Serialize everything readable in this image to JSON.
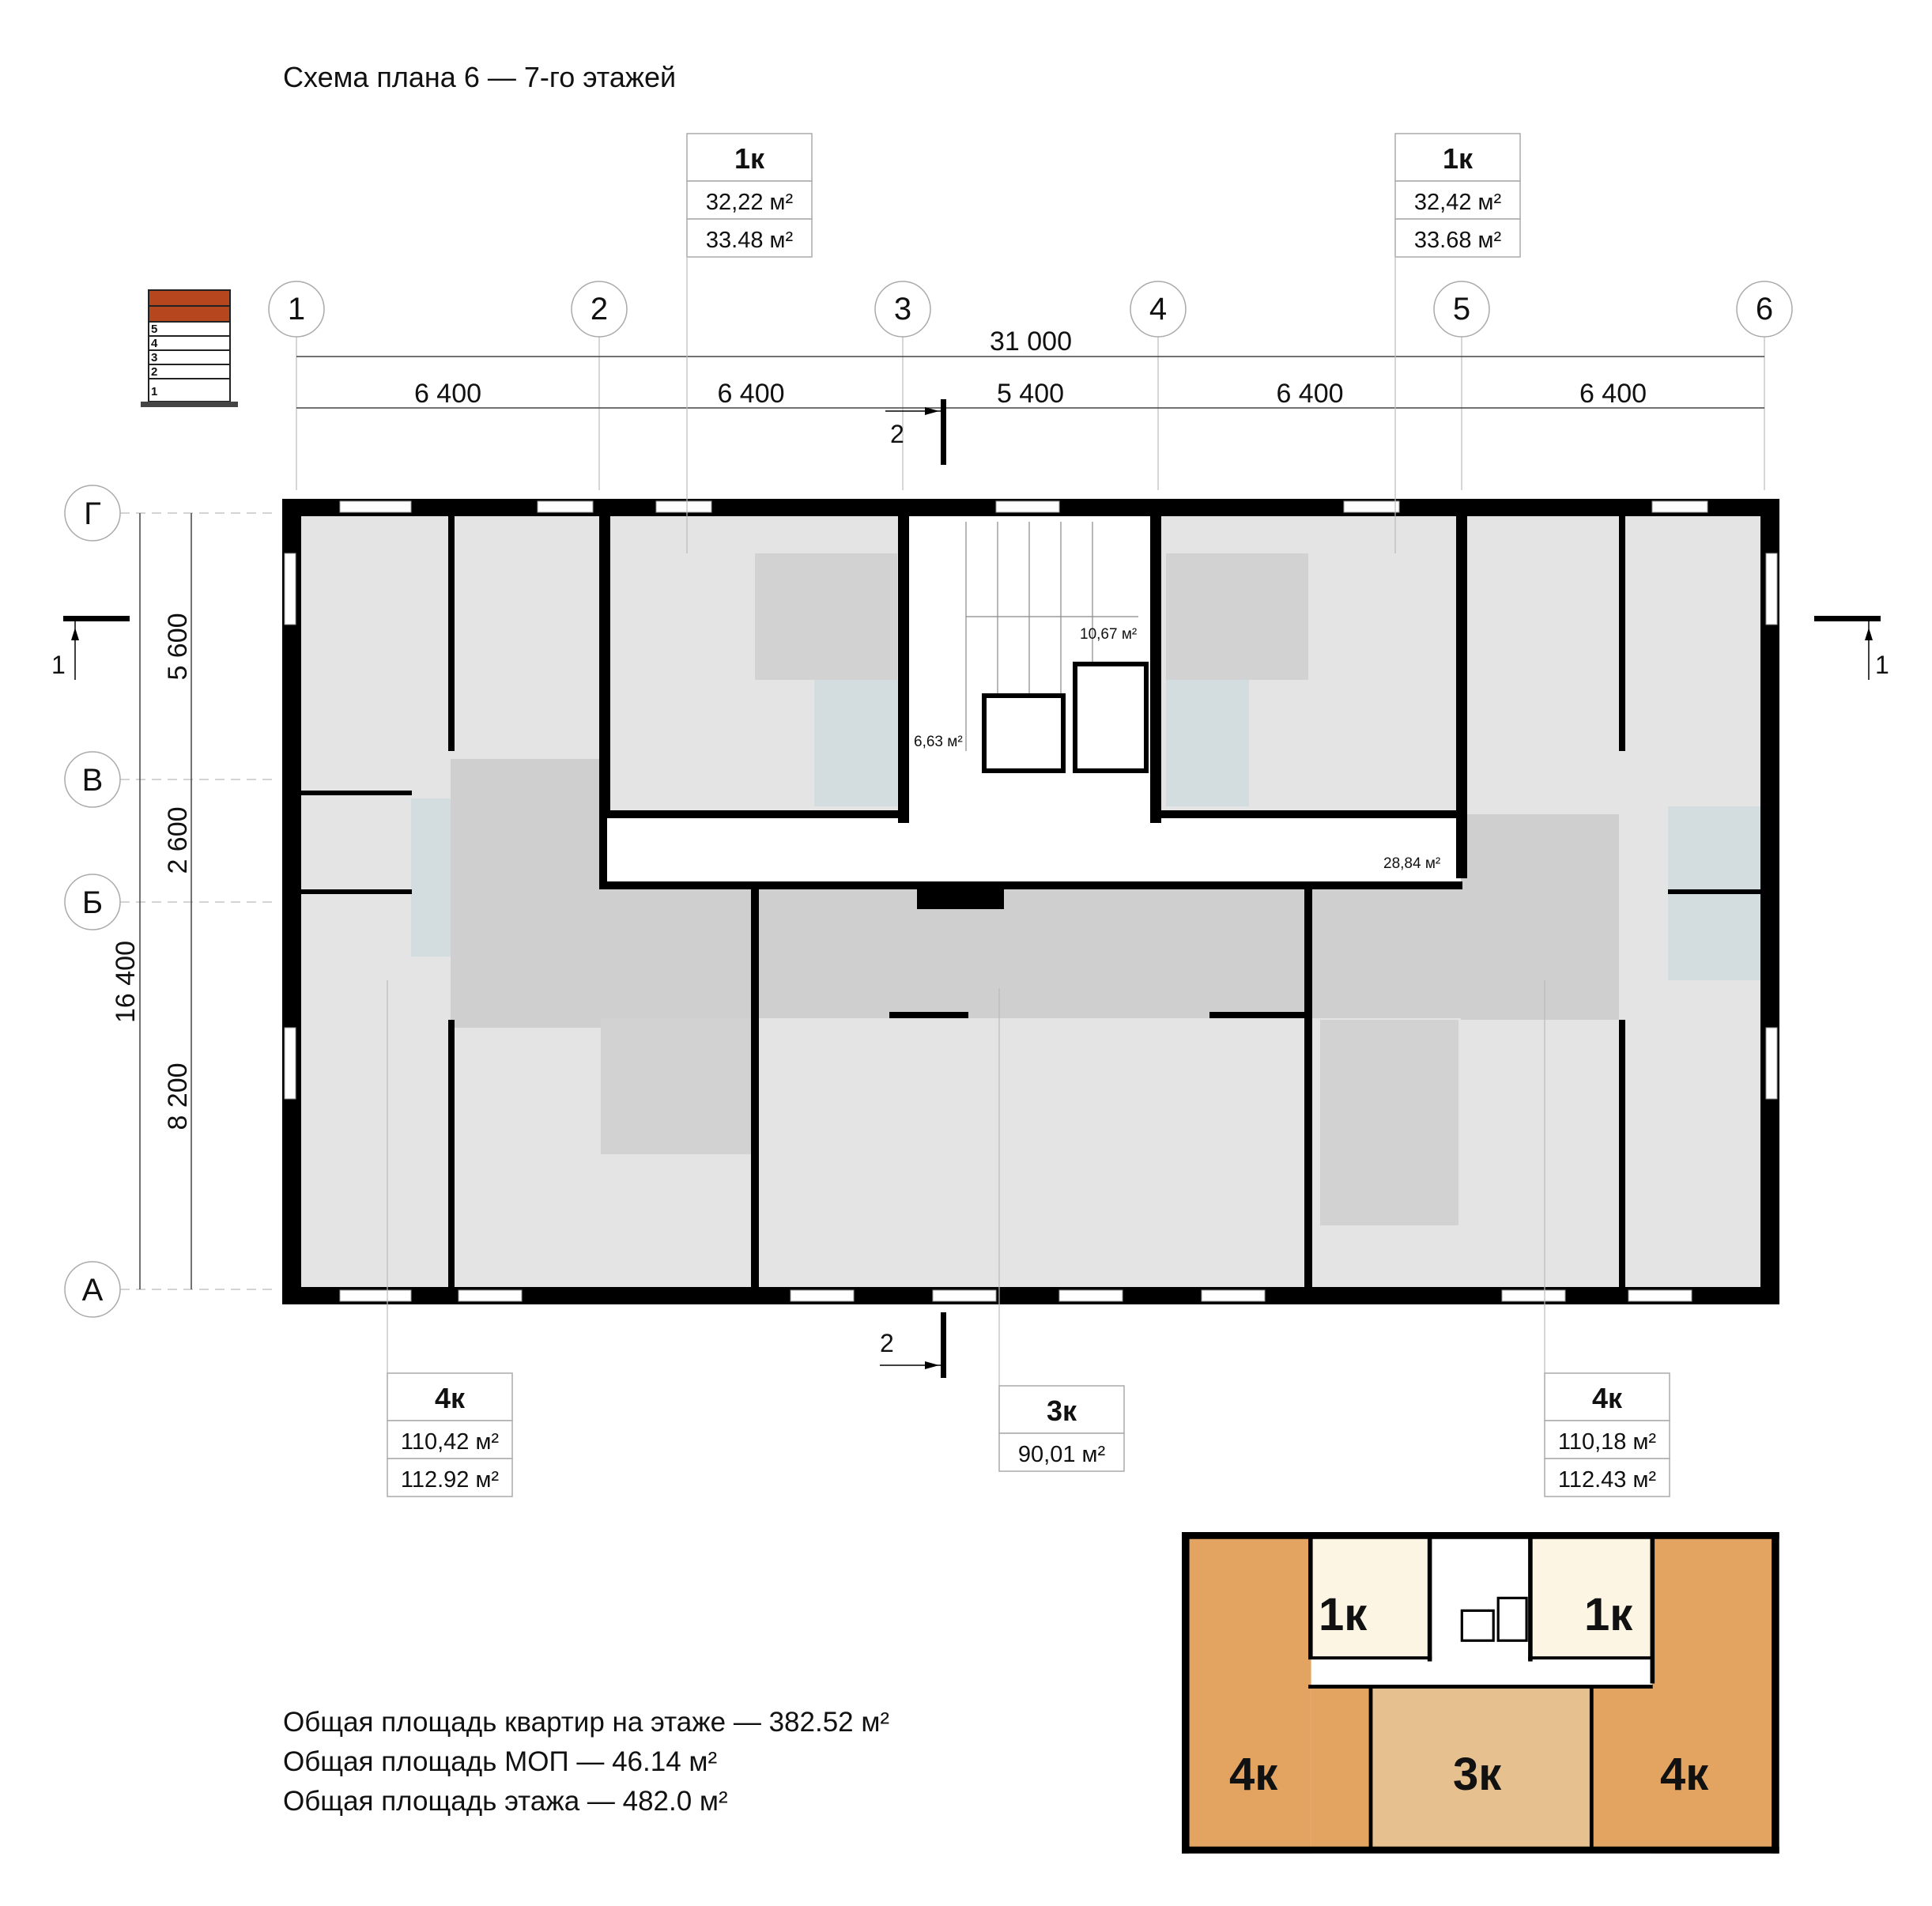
{
  "title": "Схема плана 6 — 7-го этажей",
  "floor_indicator": {
    "floors": [
      "1",
      "2",
      "3",
      "4",
      "5"
    ],
    "highlight_color": "#b5461e"
  },
  "axes": {
    "columns": [
      "1",
      "2",
      "3",
      "4",
      "5",
      "6"
    ],
    "rows": [
      "Г",
      "В",
      "Б",
      "А"
    ],
    "total_dimension": "31 000",
    "column_spans": [
      "6 400",
      "6 400",
      "5 400",
      "6 400",
      "6 400"
    ],
    "row_spans": [
      "5 600",
      "2 600",
      "8 200"
    ],
    "total_height": "16 400"
  },
  "section_marks": {
    "left": "1",
    "right": "1",
    "top": "2",
    "bottom": "2"
  },
  "common_areas": {
    "stair": "10,67 м²",
    "lobby": "6,63 м²",
    "corridor": "28,84 м²"
  },
  "apartments": [
    {
      "type": "1к",
      "area_living": "32,22 м²",
      "area_total": "33.48 м²"
    },
    {
      "type": "1к",
      "area_living": "32,42 м²",
      "area_total": "33.68 м²"
    },
    {
      "type": "4к",
      "area_living": "110,42 м²",
      "area_total": "112.92 м²"
    },
    {
      "type": "3к",
      "area_living": "90,01 м²"
    },
    {
      "type": "4к",
      "area_living": "110,18 м²",
      "area_total": "112.43 м²"
    }
  ],
  "summary": [
    "Общая площадь квартир на этаже — 382.52 м²",
    "Общая площадь МОП — 46.14 м²",
    "Общая площадь этажа — 482.0 м²"
  ],
  "key_plan": {
    "labels": [
      "1к",
      "1к",
      "4к",
      "3к",
      "4к"
    ],
    "colors": {
      "4k": "#e3a462",
      "3k": "#e6c08f",
      "1k": "#fdf5e4"
    }
  }
}
